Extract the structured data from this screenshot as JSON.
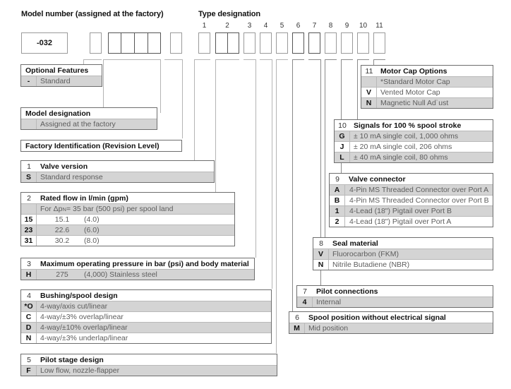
{
  "headings": {
    "model_number": "Model number (assigned at the factory)",
    "type_designation": "Type designation"
  },
  "code_boxes": {
    "model_value": "-032",
    "position_numbers": [
      "1",
      "2",
      "3",
      "4",
      "5",
      "6",
      "7",
      "8",
      "9",
      "10",
      "11"
    ]
  },
  "tables": {
    "optional_features": {
      "title": "Optional Features",
      "rows": [
        {
          "key": "-",
          "value": "Standard"
        }
      ]
    },
    "model_designation": {
      "title": "Model designation",
      "rows": [
        {
          "key": "",
          "value": "Assigned at the factory"
        }
      ]
    },
    "factory_identification": {
      "title": "Factory Identification (Revision Level)",
      "rows": []
    },
    "valve_version": {
      "number": "1",
      "title": "Valve version",
      "rows": [
        {
          "key": "S",
          "value": "Standard response"
        }
      ]
    },
    "rated_flow": {
      "number": "2",
      "title": "Rated flow in l/min (gpm)",
      "note_key": "",
      "note": "For Δp",
      "note_sub": "N",
      "note_rest": "= 35 bar (500 psi) per spool land",
      "rows": [
        {
          "key": "15",
          "metric": "15.1",
          "imperial": "(4.0)"
        },
        {
          "key": "23",
          "metric": "22.6",
          "imperial": "(6.0)"
        },
        {
          "key": "31",
          "metric": "30.2",
          "imperial": "(8.0)"
        }
      ]
    },
    "max_pressure": {
      "number": "3",
      "title": "Maximum operating pressure in bar (psi) and body material",
      "rows": [
        {
          "key": "H",
          "metric": "275",
          "imperial": "(4,000) Stainless steel"
        }
      ]
    },
    "bushing_spool": {
      "number": "4",
      "title": "Bushing/spool design",
      "rows": [
        {
          "key": "*O",
          "value": "4-way/axis cut/linear"
        },
        {
          "key": "C",
          "value": "4-way/±3% overlap/linear"
        },
        {
          "key": "D",
          "value": "4-way/±10% overlap/linear"
        },
        {
          "key": "N",
          "value": "4-way/±3% underlap/linear"
        }
      ]
    },
    "pilot_stage": {
      "number": "5",
      "title": "Pilot stage design",
      "rows": [
        {
          "key": "F",
          "value": "Low flow, nozzle-flapper"
        }
      ]
    },
    "spool_position": {
      "number": "6",
      "title": "Spool position without electrical signal",
      "rows": [
        {
          "key": "M",
          "value": "Mid position"
        }
      ]
    },
    "pilot_connections": {
      "number": "7",
      "title": "Pilot connections",
      "rows": [
        {
          "key": "4",
          "value": "Internal"
        }
      ]
    },
    "seal_material": {
      "number": "8",
      "title": "Seal material",
      "rows": [
        {
          "key": "V",
          "value": "Fluorocarbon (FKM)"
        },
        {
          "key": "N",
          "value": "Nitrile Butadiene (NBR)"
        }
      ]
    },
    "valve_connector": {
      "number": "9",
      "title": "Valve connector",
      "rows": [
        {
          "key": "A",
          "value": "4-Pin MS Threaded Connector over Port A"
        },
        {
          "key": "B",
          "value": "4-Pin MS Threaded Connector over Port B"
        },
        {
          "key": "1",
          "value": "4-Lead (18\") Pigtail over Port B"
        },
        {
          "key": "2",
          "value": "4-Lead (18\") Pigtail over Port A"
        }
      ]
    },
    "signals": {
      "number": "10",
      "title": "Signals for 100 % spool stroke",
      "rows": [
        {
          "key": "G",
          "value": "± 10 mA single coil, 1,000 ohms"
        },
        {
          "key": "J",
          "value": "± 20 mA single coil, 206 ohms"
        },
        {
          "key": "L",
          "value": "± 40 mA single coil, 80 ohms"
        }
      ]
    },
    "motor_cap": {
      "number": "11",
      "title": "Motor Cap Options",
      "rows": [
        {
          "key": "",
          "value": "*Standard Motor Cap"
        },
        {
          "key": "V",
          "value": "Vented Motor Cap"
        },
        {
          "key": "N",
          "value": "Magnetic Null Ad˙ust"
        }
      ]
    }
  },
  "colors": {
    "shade": "#d4d4d4",
    "border": "#6e6e6e",
    "text": "#5d5d5d",
    "leader": "#b4b4b4"
  }
}
